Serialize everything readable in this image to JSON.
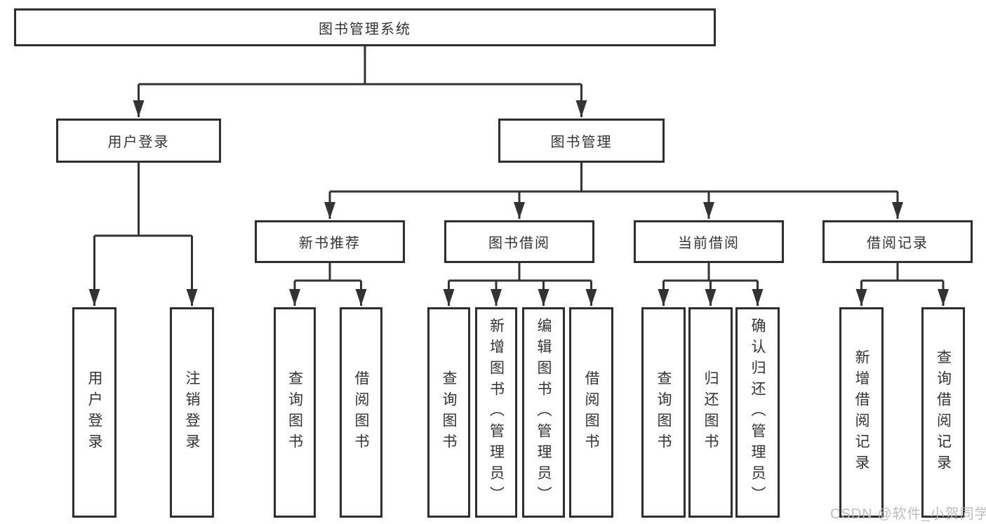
{
  "diagram_title": "图书管理系统",
  "tree": {
    "root": {
      "label": "图书管理系统"
    },
    "branches": [
      {
        "label": "用户登录",
        "children": [
          {
            "label": "用户登录"
          },
          {
            "label": "注销登录"
          }
        ]
      },
      {
        "label": "图书管理",
        "children": [
          {
            "label": "新书推荐",
            "children": [
              {
                "label": "查询图书"
              },
              {
                "label": "借阅图书"
              }
            ]
          },
          {
            "label": "图书借阅",
            "children": [
              {
                "label": "查询图书"
              },
              {
                "label": "新增图书（管理员）"
              },
              {
                "label": "编辑图书（管理员）"
              },
              {
                "label": "借阅图书"
              }
            ]
          },
          {
            "label": "当前借阅",
            "children": [
              {
                "label": "查询图书"
              },
              {
                "label": "归还图书"
              },
              {
                "label": "确认归还（管理员）"
              }
            ]
          },
          {
            "label": "借阅记录",
            "children": [
              {
                "label": "新增借阅记录"
              },
              {
                "label": "查询借阅记录"
              }
            ]
          }
        ]
      }
    ]
  },
  "watermark": {
    "text": "CSDN @软件_小贺同学"
  },
  "colors": {
    "line": "#333333",
    "box_border": "#2e2e2e",
    "text": "#333333",
    "watermark": "#b9b9b9",
    "background": "#ffffff"
  }
}
